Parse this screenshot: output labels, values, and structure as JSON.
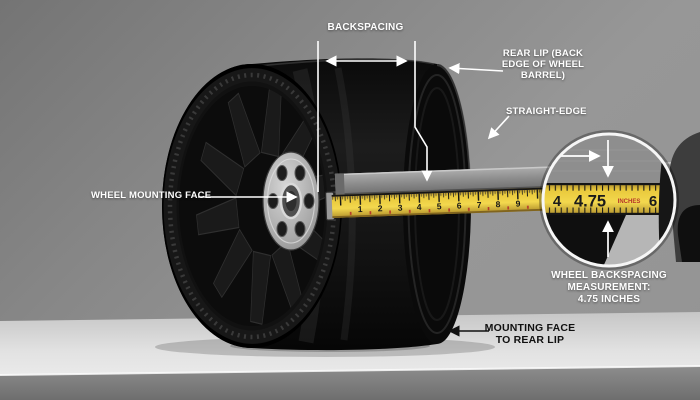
{
  "title": "Wheel backspacing measurement diagram",
  "labels": {
    "backspacing": "BACKSPACING",
    "rear_lip": "REAR LIP (BACK\nEDGE OF WHEEL\nBARREL)",
    "straight_edge": "STRAIGHT-EDGE",
    "wheel_mounting_face": "WHEEL MOUNTING FACE",
    "measurement": "WHEEL BACKSPACING\nMEASUREMENT:\n4.75 INCHES",
    "mounting_face_to_rear_lip": "MOUNTING FACE\nTO REAR LIP"
  },
  "tape": {
    "numbers": [
      "1",
      "2",
      "3",
      "4",
      "5",
      "6",
      "7",
      "8",
      "9"
    ]
  },
  "inset": {
    "left_number": "4",
    "reading": "4.75",
    "unit_label": "INCHES",
    "right_number": "6"
  },
  "measurement": {
    "value": "4.75",
    "units": "inches"
  },
  "colors": {
    "tape_yellow": "#e9c93c",
    "tape_red": "#b5342a",
    "annotation_white": "#ffffff",
    "annotation_black": "#111111"
  }
}
